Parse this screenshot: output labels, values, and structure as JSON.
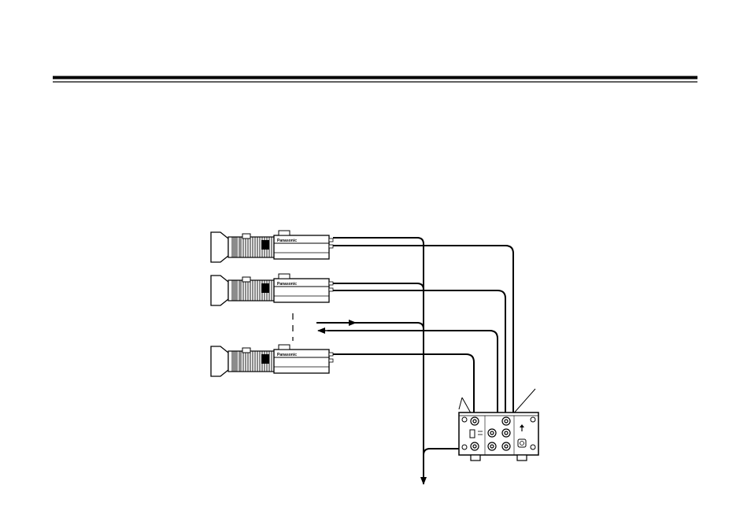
{
  "page": {
    "rule_color": "#000000"
  },
  "cameras": [
    {
      "brand": "Panasonic"
    },
    {
      "brand": "Panasonic"
    },
    {
      "brand": "Panasonic"
    }
  ],
  "controller": {
    "icon": "panel-unit"
  }
}
